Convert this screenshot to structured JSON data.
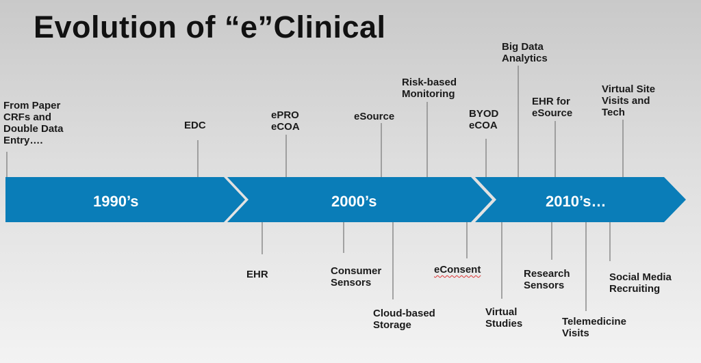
{
  "title": "Evolution of “e”Clinical",
  "colors": {
    "arrow": "#0a7db8",
    "connector": "#8a8a8a",
    "text": "#1a1a1a"
  },
  "eras": [
    "1990’s",
    "2000’s",
    "2010’s…"
  ],
  "above": [
    "From Paper\nCRFs and\nDouble Data\nEntry….",
    "EDC",
    "ePRO\neCOA",
    "eSource",
    "Risk-based\nMonitoring",
    "BYOD\neCOA",
    "Big Data\nAnalytics",
    "EHR for\neSource",
    "Virtual Site\nVisits and\nTech"
  ],
  "below": [
    "EHR",
    "Consumer\nSensors",
    "Cloud-based\nStorage",
    "eConsent",
    "Virtual\nStudies",
    "Research\nSensors",
    "Telemedicine\nVisits",
    "Social Media\nRecruiting"
  ]
}
